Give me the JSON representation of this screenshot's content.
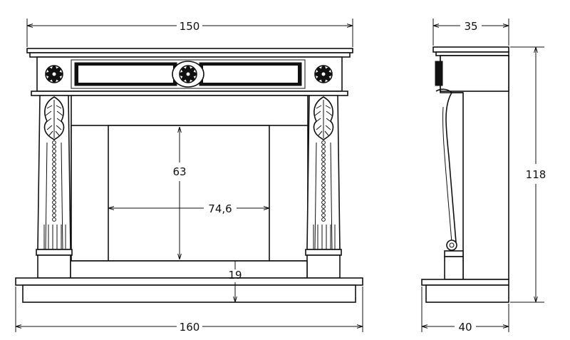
{
  "front_view": {
    "overall_top_width_label": "150",
    "overall_bottom_width_label": "160",
    "opening_height_label": "63",
    "opening_width_label": "74,6",
    "hearth_height_label": "19"
  },
  "side_view": {
    "top_depth_label": "35",
    "total_height_label": "118",
    "base_depth_label": "40"
  },
  "colors": {
    "line": "#111111",
    "background": "#ffffff"
  }
}
